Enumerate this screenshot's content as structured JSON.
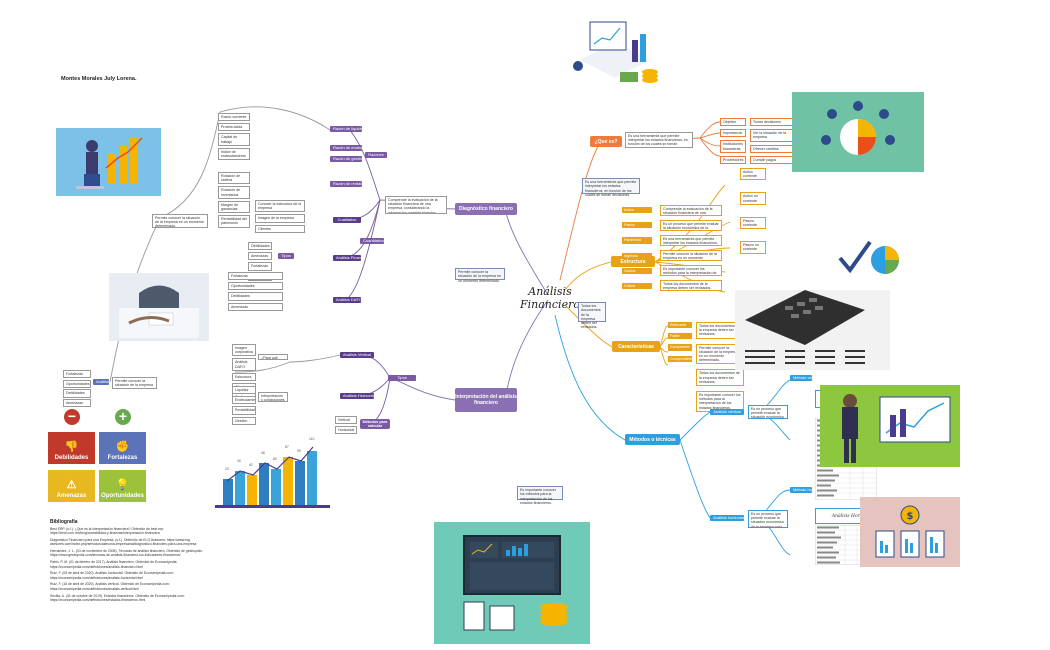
{
  "author": "Montes Morales July Lorena.",
  "center": {
    "line1": "Análisis",
    "line2": "Financiero"
  },
  "branches": {
    "diagnostico": "Diagnóstico financiero",
    "interpretacion": "Interpretación del análisis financiero",
    "estructura": "Estructura",
    "caracteristicas": "Características",
    "metodos": "Métodos o técnicas",
    "quees": "¿Que es?"
  },
  "sub": {
    "liquidez": "Razón de liquidez",
    "endeud": "Razón de endeudamiento",
    "gestion": "Razón de gestión",
    "rentab": "Razón de rentabilidad",
    "razones": "Razones",
    "cualitativo": "Cualitativo",
    "cuantitativo": "Cuantitativo",
    "analisis_fin": "Análisis Financiero",
    "dafo": "Análisis DAFO",
    "tipos": "Tipos",
    "analisis_vertical": "Análisis Vertical",
    "analisis_horizontal": "Análisis Horizontal",
    "metodos_calc": "Métodos para calcular",
    "vertical": "Vertical",
    "horizontal": "Horizontal",
    "metodo_vertical": "Método vertical",
    "metodo_horizontal": "Método horizontal",
    "para_que": "¿Para qué sirve?",
    "interp_conclusion": "Interpretación y conclusiones"
  },
  "texts": {
    "diag_desc": "Comprende la evaluación de la situación financiera de una empresa, considerando la información contable histórica.",
    "que_es_desc": "Es una herramienta que permite interpretar los estados financieros, en función de los cuales se toman decisiones.",
    "interp_desc": "Es un proceso que permite evaluar la situación económica de la empresa para la toma de decisiones.",
    "caract_note": "Todos los documentos de la empresa deben ser revisados.",
    "note_left": "Permite conocer la situación de la empresa en un momento determinado.",
    "note_bottom": "Es importante conocer los métodos para la interpretación de los estados financieros."
  },
  "quees_items": [
    "Objetivo",
    "Importancia",
    "Instituciones financieras",
    "Proveedores"
  ],
  "quees_desc": [
    "Tomar decisiones",
    "Ver la situación de la empresa",
    "Ofrecer créditos",
    "Cumplir pagos"
  ],
  "diag_left": [
    "Razón corriente",
    "Prueba ácida",
    "Capital de trabajo",
    "Índice de endeudamiento",
    "Rotación de cartera",
    "Rotación de inventarios",
    "Margen de ganancias",
    "Rentabilidad del patrimonio"
  ],
  "cualitativo_items": [
    "Conocer la estructura de la empresa",
    "Imagen de la empresa",
    "Clientes"
  ],
  "tipos_items": [
    "Debilidades",
    "Amenazas",
    "Fortalezas",
    "Oportunidades"
  ],
  "interp_left": [
    "Imagen corporativa",
    "Análisis DAFO",
    "Estructura",
    "Clientes",
    "Costos"
  ],
  "interp_sub_left": [
    "Liquidez",
    "Endeudamiento",
    "Rentabilidad",
    "Gestión"
  ],
  "estructura_items": [
    "Activo",
    "Pasivo",
    "Patrimonio",
    "Ingresos",
    "Gastos",
    "Costos"
  ],
  "estructura_right": [
    "Activo corriente",
    "Activo no corriente",
    "Pasivo corriente",
    "Pasivo no corriente"
  ],
  "caract_items": [
    "Relevante",
    "Fiable",
    "Comparable",
    "Comprensible"
  ],
  "metodos_items": [
    "Análisis vertical",
    "Análisis horizontal"
  ],
  "leftbox_items": [
    "Fortalezas",
    "Oportunidades",
    "Debilidades",
    "Amenazas"
  ],
  "swot": [
    {
      "label": "Debilidades",
      "color": "#c0392b",
      "icon": "👎"
    },
    {
      "label": "Fortalezas",
      "color": "#5b73b8",
      "icon": "✊"
    },
    {
      "label": "Amenazas",
      "color": "#e8b820",
      "icon": "⚠"
    },
    {
      "label": "Oportunidades",
      "color": "#9cc23b",
      "icon": "💡"
    }
  ],
  "swot_circles": {
    "minus": "−",
    "plus": "+"
  },
  "chart_numbers": [
    "23",
    "40",
    "62",
    "48",
    "80",
    "67",
    "99",
    "110"
  ],
  "bibliography": {
    "title": "Bibliografía",
    "refs": [
      "Best ERP. (s.f.). ¿Qué es la interpretación financiera? Obtenido de best erp: https://best.com.mx/blog/contabilidad-y-finanzas/interpretacion-financiera",
      "Diagnóstico Financiero para una Empresa. (s.f.). Obtenido de ELG Asesores: https://www.elg-asesores.com/index.php/servicios/asesoria-empresarial/diagnostico-financiero-para-una-empresa",
      "Hernández, J. L. (03 de noviembre de 2005). Técnicas de análisis financiero. Obtenido de gestiopolis: https://www.gestiopolis.com/tecnicas-de-analisis-financiero-los-indicadores-financieros/",
      "Pablo, P. M. (01 de febrero de 2017). Análisis financiero. Obtenido de Economipedia: https://economipedia.com/definiciones/analisis-financiero.html",
      "Ruiz, F. (05 de abril de 2020). Análisis horizontal. Obtenido de Economipedia.com: https://economipedia.com/definiciones/analisis-horizontal.html",
      "Ruiz, F. (16 de abril de 2020). Análisis vertical. Obtenido de Economipedia.com: https://economipedia.com/definiciones/analisis-vertical.html",
      "Sevilla, A. (31 de octubre de 2019). Estados financieros. Obtenido de Economipedia.com: https://economipedia.com/definiciones/estados-financieros.html"
    ]
  },
  "colors": {
    "diag": "#8a6fb3",
    "interp": "#8a6fb3",
    "estructura": "#e8a21a",
    "caract": "#e8a21a",
    "metodos": "#2d9fe0",
    "quees": "#ee7a3c",
    "purple_dark": "#5a3d8a",
    "teal": "#5fc0a0"
  }
}
